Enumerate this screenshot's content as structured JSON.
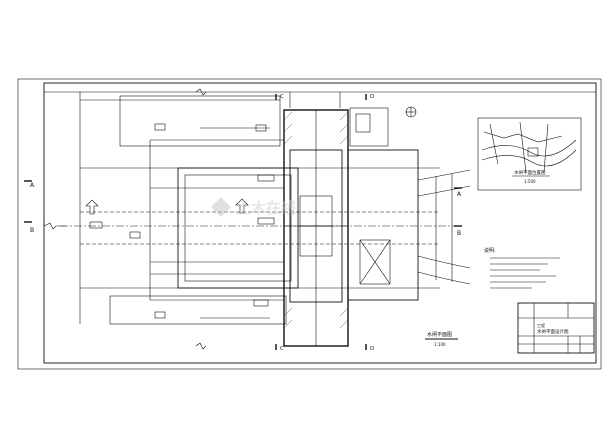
{
  "section_marks": {
    "left_top": "A",
    "left_bottom": "B",
    "right_top": "A",
    "right_bottom": "B",
    "top_c": "C",
    "top_d": "D",
    "bottom_c": "C",
    "bottom_d": "D"
  },
  "plan": {
    "title": "水闸平面图",
    "scale": "1:100"
  },
  "location_map": {
    "title": "水闸平面位置图",
    "scale": "1:500"
  },
  "notes": {
    "heading": "说明:"
  },
  "title_block": {
    "drawing_title": "水闸平面设计图",
    "project": "工程"
  },
  "watermark": "土木在线"
}
